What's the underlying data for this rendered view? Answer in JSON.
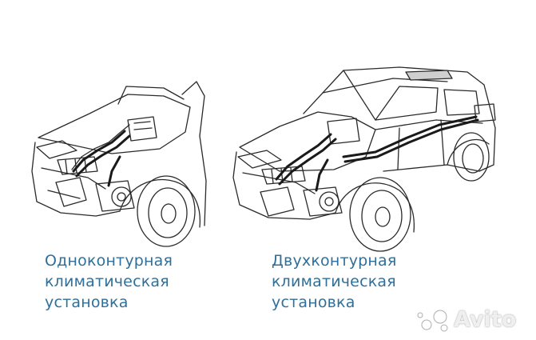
{
  "captions": {
    "left": [
      "Одноконтурная",
      "климатическая",
      "установка"
    ],
    "right": [
      "Двухконтурная",
      "климатическая",
      "установка"
    ]
  },
  "watermark": {
    "text": "Avito",
    "kind": "logo"
  },
  "colors": {
    "caption": "#2f6f9a",
    "line": "#2a2a2a",
    "pipe": "#1a1a1a"
  },
  "icons": {
    "left_car": "suv-single-circuit-ac-illustration",
    "right_car": "suv-dual-circuit-ac-illustration",
    "watermark": "avito-logo"
  }
}
